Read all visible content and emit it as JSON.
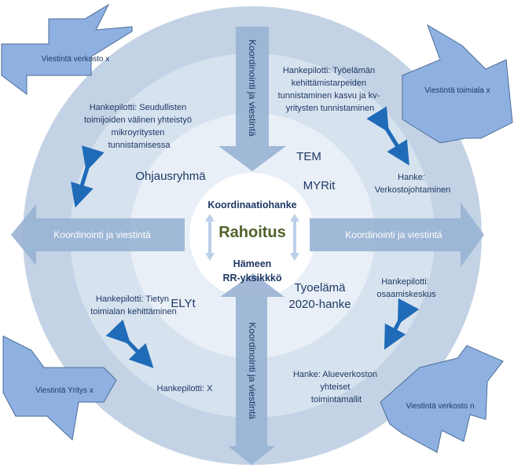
{
  "center": {
    "title": "Koordinaatiohanke",
    "main": "Rahoitus",
    "sub_line1": "Hämeen",
    "sub_line2": "RR-yksikkkö"
  },
  "bands": {
    "top": "Koordinointi ja viestintä",
    "bottom": "Koordinointi ja viestintä",
    "left": "Koordinointi ja viestintä",
    "right": "Koordinointi ja viestintä"
  },
  "actors": {
    "ohjausryhma": "Ohjausryhmä",
    "tem": "TEM",
    "myrit": "MYRit",
    "elyt": "ELYt",
    "tyoelama_line1": "Tyoelämä",
    "tyoelama_line2": "2020-hanke"
  },
  "projects": {
    "top_left": [
      "Hankepilotti: Seudullisten",
      "toimijoiden välinen yhteistyö",
      "mikroyritysten",
      "tunnistamisessa"
    ],
    "top_right": [
      "Hankepilotti: Työelämän",
      "kehittämistarpeiden",
      "tunnistaminen kasvu ja kv-",
      "yritysten tunnistaminen"
    ],
    "right_mid": [
      "Hanke:",
      "Verkostojohtaminen"
    ],
    "left_low": [
      "Hankepilotti: Tietyn",
      "toimialan kehittäminen"
    ],
    "bottom_left": [
      "Hankepilotti: X"
    ],
    "right_low": [
      "Hankepilotti:",
      "osaamiskeskus"
    ],
    "bottom_right": [
      "Hanke: Alueverkoston",
      "yhteiset",
      "toimintamallit"
    ]
  },
  "callouts": {
    "top_left": "Viestintä verkosto x",
    "top_right": "Viestintä toimiala x",
    "bottom_left": "Viestintä Yritys x",
    "bottom_right": "Viestintä verkosto n"
  },
  "colors": {
    "outer_ring": "#c3d2e4",
    "middle_ring": "#d7e2ef",
    "inner_ring": "#e9eff7",
    "center": "#ffffff",
    "band": "#98b3d3",
    "callout": "#8fb1e2",
    "callout_stroke": "#4b6d97",
    "double_arrow": "#1f6bb8",
    "text_dark": "#1f3864",
    "text_green": "#4f6228"
  }
}
